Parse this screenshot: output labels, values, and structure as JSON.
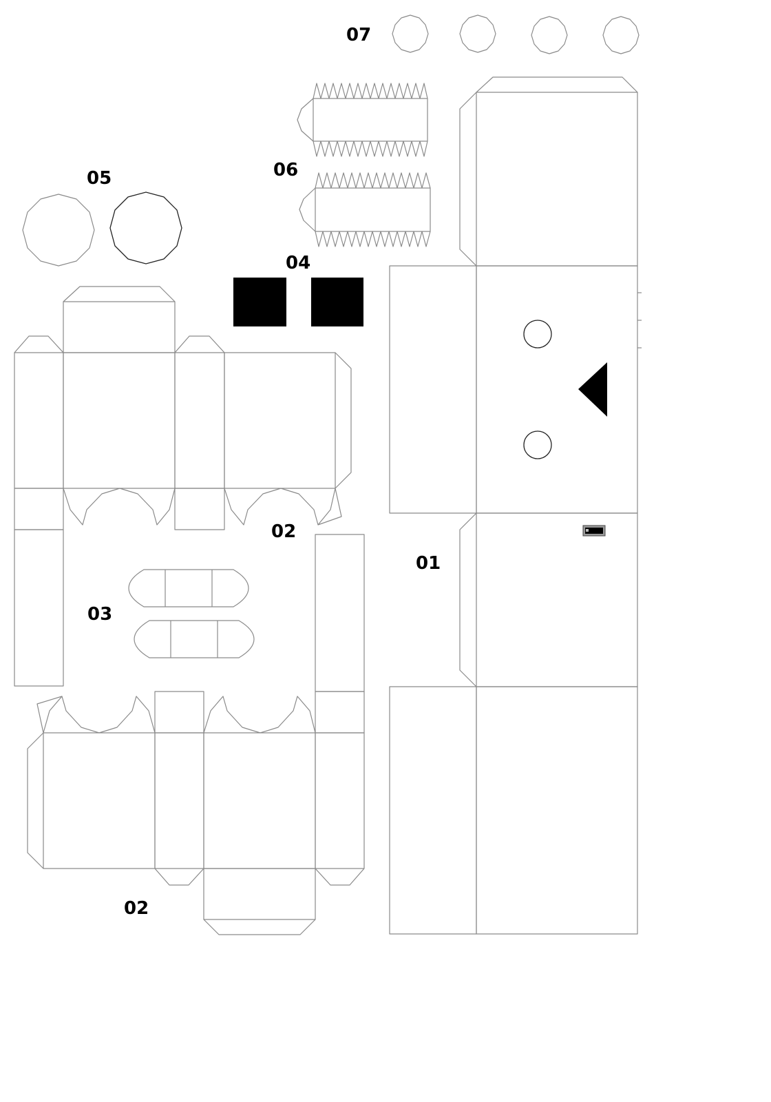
{
  "labels": {
    "part_01": "01",
    "part_02_top": "02",
    "part_02_bottom": "02",
    "part_03": "03",
    "part_04": "04",
    "part_05": "05",
    "part_06": "06",
    "part_07": "07"
  },
  "colors": {
    "outline": "#8a8a8a",
    "fill_dark": "#000000",
    "background": "#ffffff"
  },
  "icons": {
    "small_sticker": "small-tag-icon"
  }
}
